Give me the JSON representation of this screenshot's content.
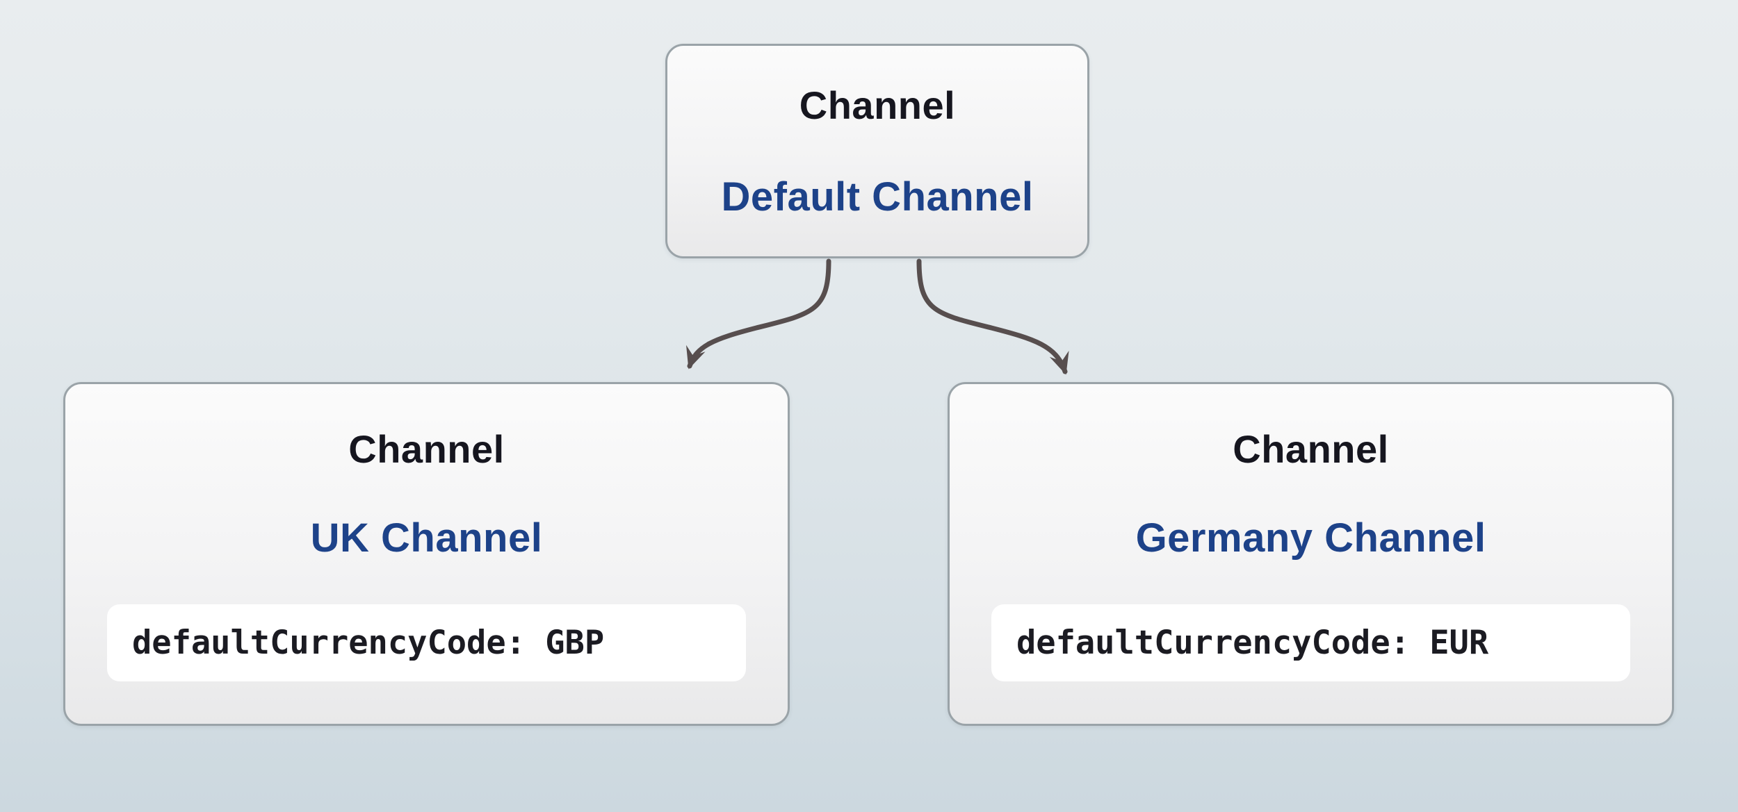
{
  "diagram": {
    "root_node": {
      "title": "Channel",
      "name": "Default Channel"
    },
    "child_nodes": [
      {
        "title": "Channel",
        "name": "UK Channel",
        "attribute": "defaultCurrencyCode: GBP"
      },
      {
        "title": "Channel",
        "name": "Germany Channel",
        "attribute": "defaultCurrencyCode: EUR"
      }
    ],
    "colors": {
      "node_title_text": "#16161f",
      "node_name_text": "#1d4289",
      "node_border": "#9aa3a8",
      "node_fill_top": "#fbfbfb",
      "node_fill_bottom": "#e9e9ea",
      "attribute_pill_fill": "#ffffff",
      "edge_stroke": "#574e4e",
      "background_top": "#e9edef",
      "background_bottom": "#ccd8df"
    }
  }
}
